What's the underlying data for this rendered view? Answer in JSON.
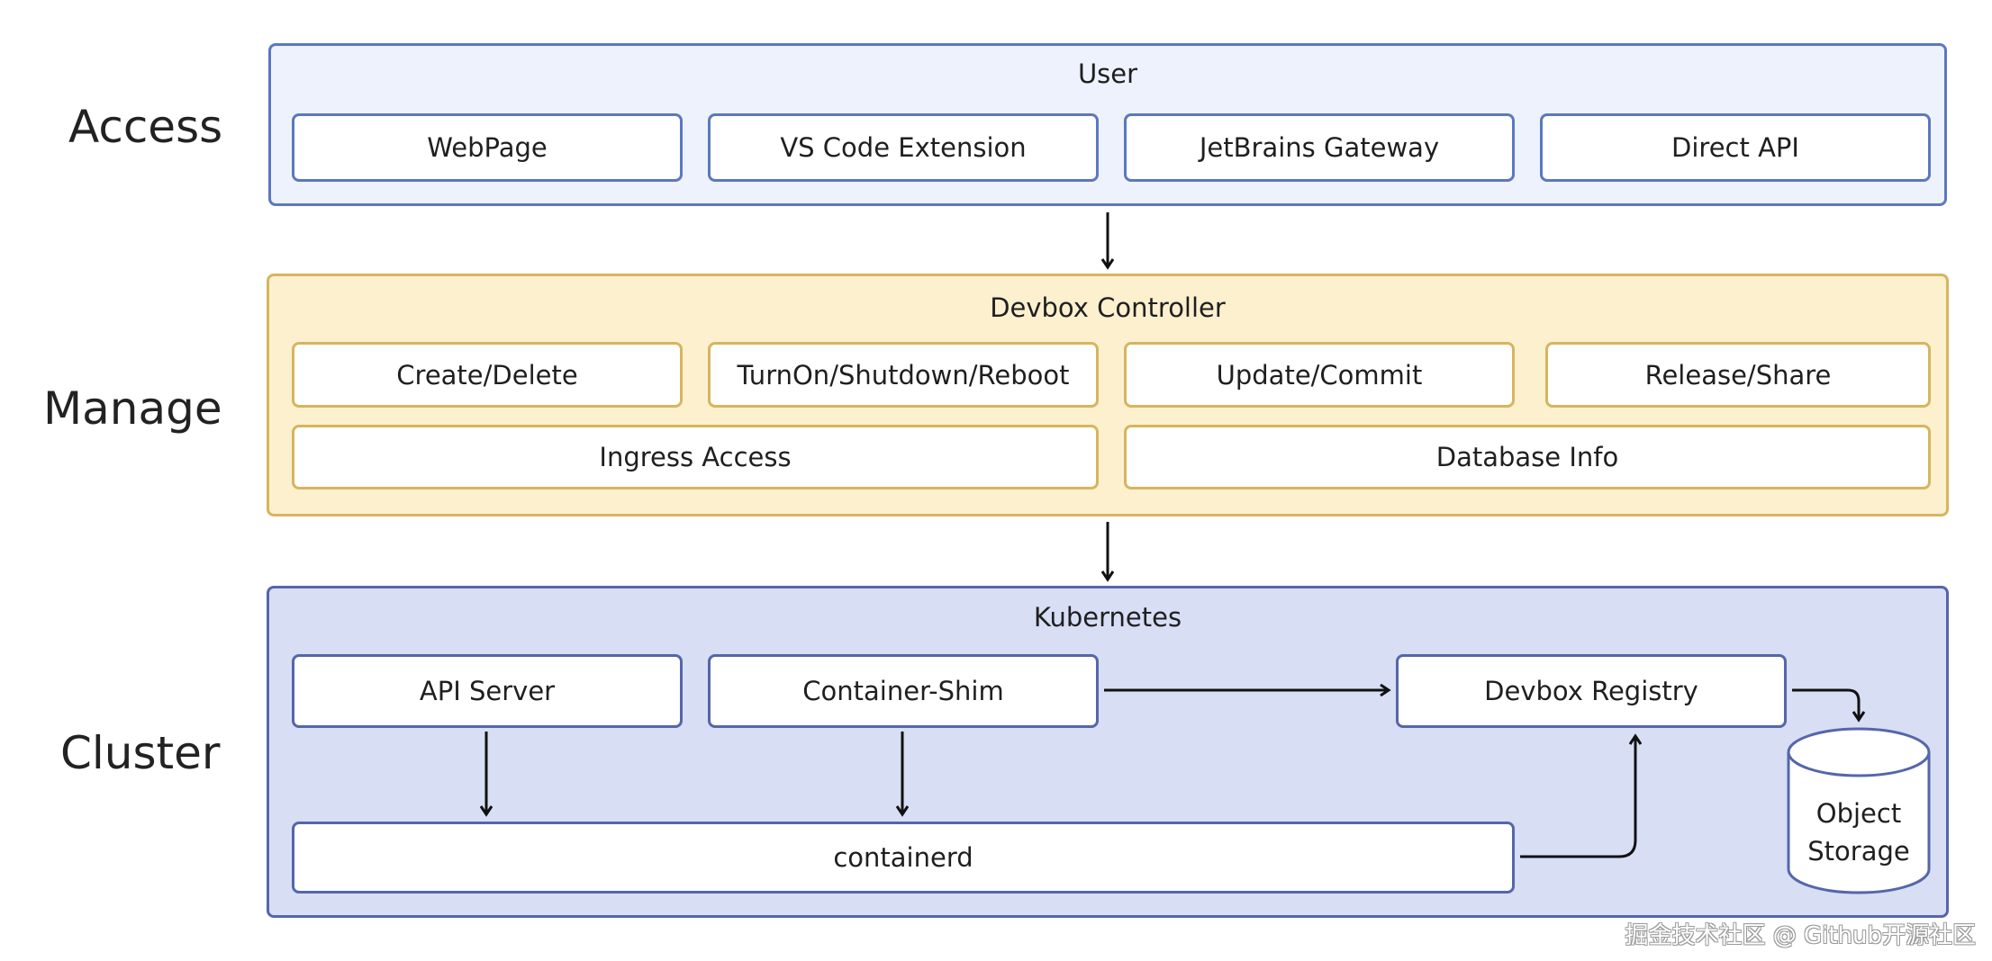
{
  "layers": {
    "access": "Access",
    "manage": "Manage",
    "cluster": "Cluster"
  },
  "access_group": {
    "title": "User",
    "items": [
      "WebPage",
      "VS Code Extension",
      "JetBrains Gateway",
      "Direct API"
    ]
  },
  "manage_group": {
    "title": "Devbox Controller",
    "items": [
      "Create/Delete",
      "TurnOn/Shutdown/Reboot",
      "Update/Commit",
      "Release/Share"
    ],
    "wide_items": [
      "Ingress Access",
      "Database Info"
    ]
  },
  "cluster_group": {
    "title": "Kubernetes",
    "api_server": "API Server",
    "container_shim": "Container-Shim",
    "devbox_registry": "Devbox Registry",
    "containerd": "containerd",
    "object_storage": [
      "Object",
      "Storage"
    ]
  },
  "watermark": "掘金技术社区 @ Github开源社区",
  "colors": {
    "access_fill": "#eef2fc",
    "access_border": "#5b78c0",
    "manage_fill": "#fcf0cf",
    "manage_border": "#d6b55d",
    "cluster_fill": "#d8def4",
    "cluster_border": "#5566aa"
  }
}
